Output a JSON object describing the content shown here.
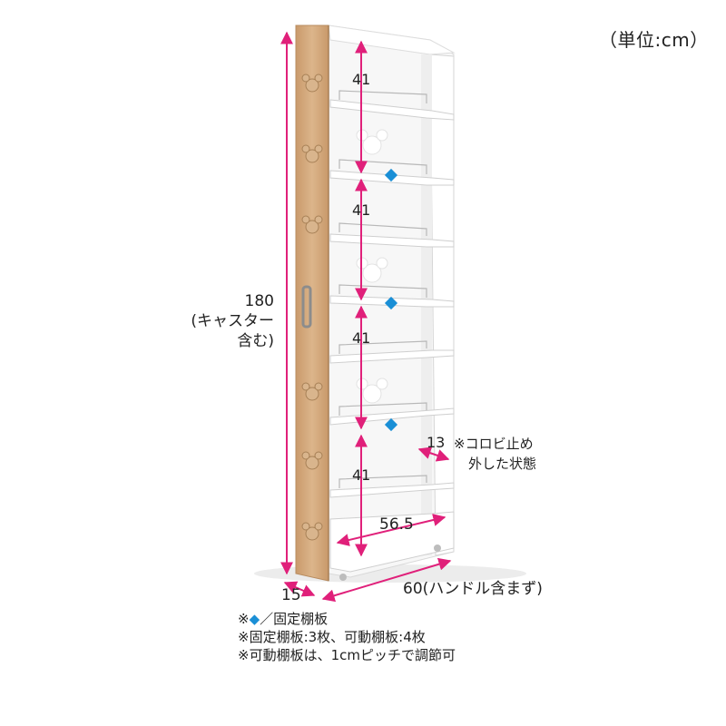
{
  "unit_label": "（単位:cm）",
  "dimensions": {
    "height_value": "180",
    "height_note_line1": "(キャスター",
    "height_note_line2": "含む)",
    "depth": "15",
    "width": "60(ハンドル含まず)",
    "inner_width": "56.5",
    "shelf_gap_1": "41",
    "shelf_gap_2": "41",
    "shelf_gap_3": "41",
    "shelf_gap_4": "41",
    "stopper_gap": "13",
    "stopper_note_line1": "※コロビ止め",
    "stopper_note_line2": "外した状態"
  },
  "notes": {
    "line1_prefix": "※",
    "line1_symbol": "◆",
    "line1_text": "／固定棚板",
    "line2": "※固定棚板:3枚、可動棚板:4枚",
    "line3": "※可動棚板は、1cmピッチで調節可"
  },
  "colors": {
    "dimension_line": "#e0207a",
    "fixed_shelf_marker": "#1a8fd6",
    "wood_panel": "#d4ab80",
    "cabinet_body": "#fbfbfb"
  }
}
